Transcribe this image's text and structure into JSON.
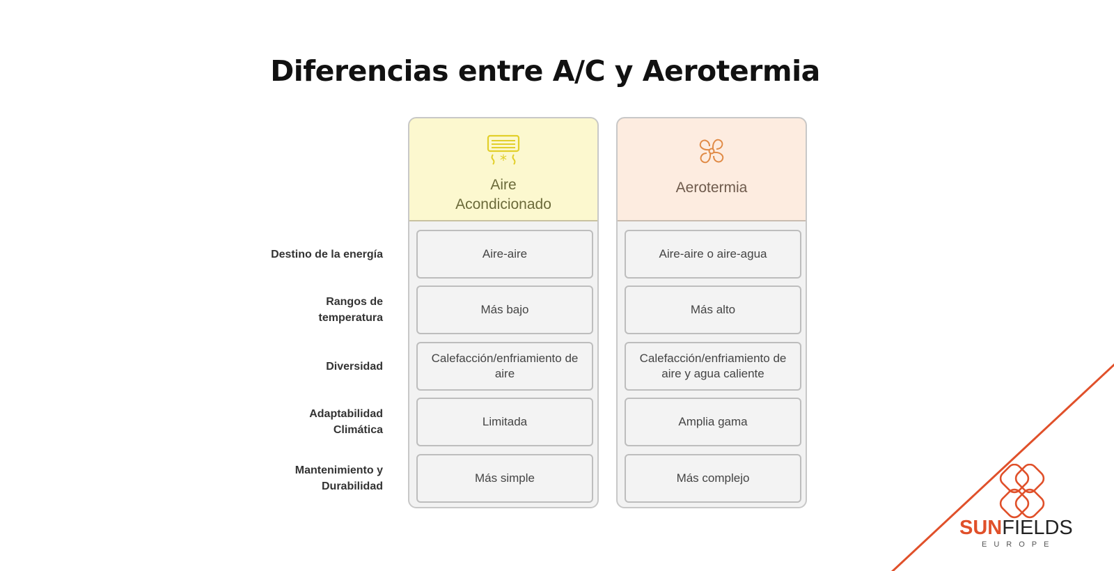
{
  "title": "Diferencias entre A/C y Aerotermia",
  "columns": [
    {
      "name": "Aire Acondicionado",
      "line1": "Aire",
      "line2": "Acondicionado",
      "icon": "air-conditioner-icon",
      "color": "#e6da52",
      "cells": [
        "Aire-aire",
        "Más bajo",
        "Calefacción/enfriamiento de aire",
        "Limitada",
        "Más simple"
      ]
    },
    {
      "name": "Aerotermia",
      "icon": "fan-icon",
      "color": "#e3a774",
      "cells": [
        "Aire-aire o aire-agua",
        "Más alto",
        "Calefacción/enfriamiento de aire y agua caliente",
        "Amplia gama",
        "Más complejo"
      ]
    }
  ],
  "rows": [
    "Destino de la energía",
    "Rangos de temperatura",
    "Diversidad",
    "Adaptabilidad Climática",
    "Mantenimiento y Durabilidad"
  ],
  "brand": {
    "sun": "SUN",
    "fields": "FIELDS",
    "sub": "EUROPE",
    "color": "#e0502a"
  }
}
